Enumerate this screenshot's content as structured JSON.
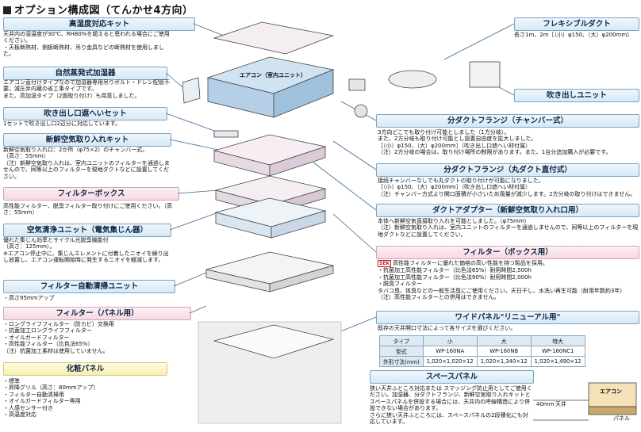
{
  "page_title": "オプション構成図（てんかせ4方向）",
  "left": [
    {
      "title": "高湿度対応キット",
      "style": "blue",
      "body": "天井内の湿温度が30℃、RH80%を超えると思われる場合にご使用ください。\n・天板断熱材、側板断熱材、吊り金具などの断熱材を使用しました。"
    },
    {
      "title": "自然蒸発式加湿器",
      "style": "blue",
      "body": "エアコン直付けタイプなので加湿器専用吊りボルト・ドレン配管不要。減圧弁内蔵の省工事タイプです。\nまた、高加湿タイプ（2面取り付け）も用意しました。"
    },
    {
      "title": "吹き出し口遮へいセット",
      "style": "blue",
      "body": "1セットで吹き出し口2辺分に対応しています。"
    },
    {
      "title": "新鮮空気取り入れキット",
      "style": "blue",
      "body": "新鮮空気取り入れ口：2か所（φ75×2）のチャンバー式。\n（高さ：55mm）\n（注）新鮮空気取り入れは、室内ユニットのフィルターを通過しませんので、同等以上のフィルターを現地ダクトなどに設置してください。"
    },
    {
      "title": "フィルターボックス",
      "style": "pink",
      "body": "高性能フィルター、脱臭フィルター取り付けにご使用ください。（高さ：55mm）"
    },
    {
      "title": "空気清浄ユニット（電気集じん器）",
      "style": "blue",
      "body": "優れた集じん効率とサイクル光脱臭機能付\n（高さ：125mm）。\n※エアコン停止中に、集じんエレメントに付着したニオイを繰り出し放置し、エアコン運転開始時に発生するニオイを軽減します。"
    },
    {
      "title": "フィルター自動清掃ユニット",
      "style": "blue",
      "body": "・高さ95mmアップ"
    },
    {
      "title": "フィルター（パネル用）",
      "style": "pink",
      "body": "・ロングライフフィルター（防カビ）交換用\n・抗菌加工ロングライフフィルター\n・オイルガードフィルター\n・高性能フィルター（比色法65%）\n（注）抗菌加工素材は使用していません。"
    },
    {
      "title": "化粧パネル",
      "style": "yellow",
      "body": "・標準\n・昇降グリル（高さ：80mmアップ）\n・フィルター自動清掃用\n・オイルガードフィルター専用\n・人感センサー付き\n・高温度対応"
    }
  ],
  "right": [
    {
      "title": "フレキシブルダクト",
      "style": "blue",
      "body": "長さ1m、2m［（小）φ150、（大）φ200mm］"
    },
    {
      "title": "吹き出しユニット",
      "style": "blue",
      "body": ""
    },
    {
      "title": "分ダクトフランジ（チャンバー式）",
      "style": "blue",
      "body": "3方向どこでも取り付け可能としました（1方分岐）。\nまた、2方分岐も取り付け可能とし設置自由度を拡大しました。\n［（小）φ150、（大）φ200mm］（吹き出し口遮へい材付属）\n（注）2方分岐の場合は、取り付け場所の制限があります。また、1台分追加購入が必要です。"
    },
    {
      "title": "分ダクトフランジ（丸ダクト直付式）",
      "style": "blue",
      "body": "接続チャンバーなしでも丸ダクトの取り付けが可能になりました。\n［（小）φ150、（大）φ200mm］（吹き出し口遮へい材付属）\n（注）チャンバー方式より開口面積が小さいため風量が減少します。2方分岐の取り付けはできません。"
    },
    {
      "title": "ダクトアダプター（新鮮空気取り入れ口用）",
      "style": "blue",
      "body": "本体へ新鮮空気直接取り入れを可能としました。（φ75mm）\n（注）新鮮空気取り入れは、室内ユニットのフィルターを通過しませんので、同等以上のフィルターを現地ダクトなどに設置してください。"
    },
    {
      "title": "フィルター（ボックス用）",
      "style": "pink",
      "body": "高性能フィルターに優れた価格の高い性能を持つ製品を採用。\n・抗菌加工高性能フィルター（比色法65%）耐用時間2,500h\n・抗菌加工高性能フィルター（比色法90%）耐用時間2,000h\n・脱臭フィルター\n タバコ臭、体臭などの一般生活臭にご使用ください。天日干し、水洗い再生可能（耐用年数約3年）\n（注）高性能フィルターとの併用はできません。"
    },
    {
      "title": "ワイドパネル\"リニューアル用\"",
      "style": "blue",
      "body": "既存の天井開口寸法によって各サイズを選びください。"
    },
    {
      "title": "スペースパネル",
      "style": "blue",
      "body": "狭い天井ふところ対応または スマッジング防止用としてご使用ください。加湿器、分ダクトフランジ、新鮮空気取り入れキットとスペースパネルを併設する場合には、天井内の呼線構造により併設できない場合があります。\nさらに狭い天井ふところには、スペースパネルの2段積化にも対応しています。"
    }
  ],
  "filter_badge": "SEK",
  "unit_label": "エアコン（室内ユニット）",
  "wide_table": {
    "headers": [
      "タイプ",
      "小",
      "大",
      "特大"
    ],
    "rows": [
      [
        "型式",
        "WP-160NA",
        "WP-160NB",
        "WP-160NC1"
      ],
      [
        "外形寸法(mm)",
        "1,020×1,020×12",
        "1,020×1,340×12",
        "1,020×1,490×12"
      ]
    ]
  },
  "space_diagram": {
    "aircon": "エアコン",
    "ceiling": "天井",
    "panel": "パネル",
    "dim": "40mm"
  },
  "colors": {
    "header_blue": "#d7e9f6",
    "header_pink": "#f5d9e3",
    "header_yellow": "#f8efb2",
    "line": "#3d6a92"
  }
}
